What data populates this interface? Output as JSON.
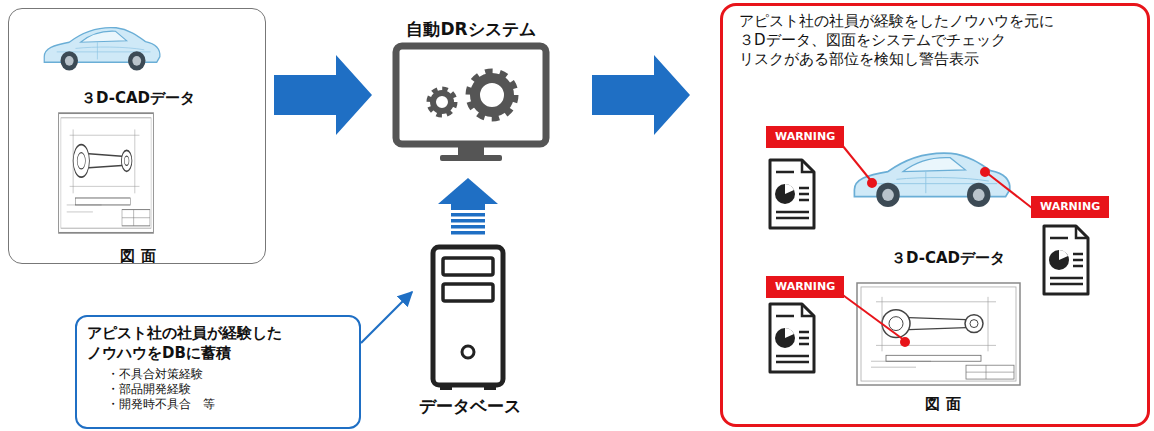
{
  "diagram": {
    "nodes": [
      {
        "text": [
          "３D-CADデータ",
          "図 面"
        ]
      },
      {
        "text": [
          "自動DRシステム"
        ]
      },
      {
        "text": [
          "データベース"
        ]
      },
      {
        "text": [
          "アピスト社の社員が経験した ノウハウをDBに蓄積",
          "・不具合対策経験",
          "・部品開発経験",
          "・開発時不具合　等"
        ]
      },
      {
        "text": [
          "アピスト社の社員が経験をしたノウハウを元に ３Dデータ、図面をシステムでチェック リスクがある部位を検知し警告表示",
          "３D-CADデータ",
          "図 面"
        ]
      },
      {
        "text": [
          "WARNING"
        ],
        "in": 4
      },
      {
        "text": [
          "WARNING"
        ],
        "in": 4
      },
      {
        "text": [
          "WARNING"
        ],
        "in": 4
      }
    ],
    "edges": [
      {
        "from": 0,
        "to": 1,
        "arrow": "to"
      },
      {
        "from": 1,
        "to": 4,
        "arrow": "to"
      },
      {
        "from": 2,
        "to": 1,
        "arrow": "to"
      },
      {
        "from": 3,
        "to": 2,
        "arrow": "to"
      }
    ]
  }
}
